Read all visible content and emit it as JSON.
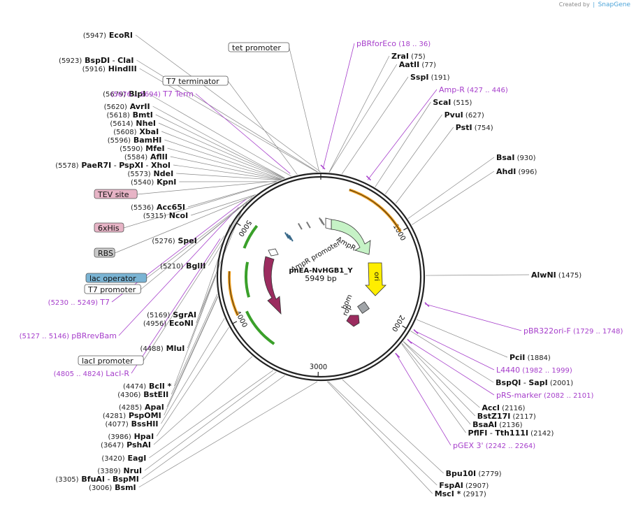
{
  "credit": {
    "prefix": "Created by",
    "brand": "SnapGene"
  },
  "plasmid": {
    "name": "pnEA-NvHGB1_Y",
    "size": "5949 bp",
    "length": 5949
  },
  "ticks": [
    {
      "pos": 1000,
      "label": "1000"
    },
    {
      "pos": 2000,
      "label": "2000"
    },
    {
      "pos": 3000,
      "label": "3000"
    },
    {
      "pos": 4000,
      "label": "4000"
    },
    {
      "pos": 5000,
      "label": "5000"
    }
  ],
  "enzymes": [
    {
      "pos": 5947,
      "num": "(5947)",
      "names": [
        "EcoRI"
      ],
      "side": "L"
    },
    {
      "pos": 5923,
      "num": "(5923)",
      "names": [
        "BspDI",
        "ClaI"
      ],
      "side": "L"
    },
    {
      "pos": 5916,
      "num": "(5916)",
      "names": [
        "HindIII"
      ],
      "side": "L"
    },
    {
      "pos": 5679,
      "num": "(5679)",
      "names": [
        "BlpI"
      ],
      "side": "L"
    },
    {
      "pos": 5620,
      "num": "(5620)",
      "names": [
        "AvrII"
      ],
      "side": "L"
    },
    {
      "pos": 5618,
      "num": "(5618)",
      "names": [
        "BmtI"
      ],
      "side": "L"
    },
    {
      "pos": 5614,
      "num": "(5614)",
      "names": [
        "NheI"
      ],
      "side": "L"
    },
    {
      "pos": 5608,
      "num": "(5608)",
      "names": [
        "XbaI"
      ],
      "side": "L"
    },
    {
      "pos": 5596,
      "num": "(5596)",
      "names": [
        "BamHI"
      ],
      "side": "L"
    },
    {
      "pos": 5590,
      "num": "(5590)",
      "names": [
        "MfeI"
      ],
      "side": "L"
    },
    {
      "pos": 5584,
      "num": "(5584)",
      "names": [
        "AflII"
      ],
      "side": "L"
    },
    {
      "pos": 5578,
      "num": "(5578)",
      "names": [
        "PaeR7I",
        "PspXI",
        "XhoI"
      ],
      "side": "L"
    },
    {
      "pos": 5573,
      "num": "(5573)",
      "names": [
        "NdeI"
      ],
      "side": "L"
    },
    {
      "pos": 5540,
      "num": "(5540)",
      "names": [
        "KpnI"
      ],
      "side": "L"
    },
    {
      "pos": 5536,
      "num": "(5536)",
      "names": [
        "Acc65I"
      ],
      "side": "L"
    },
    {
      "pos": 5315,
      "num": "(5315)",
      "names": [
        "NcoI"
      ],
      "side": "L"
    },
    {
      "pos": 5276,
      "num": "(5276)",
      "names": [
        "SpeI"
      ],
      "side": "L"
    },
    {
      "pos": 5210,
      "num": "(5210)",
      "names": [
        "BglII"
      ],
      "side": "L"
    },
    {
      "pos": 5169,
      "num": "(5169)",
      "names": [
        "SgrAI"
      ],
      "side": "L"
    },
    {
      "pos": 4956,
      "num": "(4956)",
      "names": [
        "EcoNI"
      ],
      "side": "L"
    },
    {
      "pos": 4488,
      "num": "(4488)",
      "names": [
        "MluI"
      ],
      "side": "L"
    },
    {
      "pos": 4474,
      "num": "(4474)",
      "names": [
        "BclI *"
      ],
      "side": "L"
    },
    {
      "pos": 4306,
      "num": "(4306)",
      "names": [
        "BstEII"
      ],
      "side": "L"
    },
    {
      "pos": 4285,
      "num": "(4285)",
      "names": [
        "ApaI"
      ],
      "side": "L"
    },
    {
      "pos": 4281,
      "num": "(4281)",
      "names": [
        "PspOMI"
      ],
      "side": "L"
    },
    {
      "pos": 4077,
      "num": "(4077)",
      "names": [
        "BssHII"
      ],
      "side": "L"
    },
    {
      "pos": 3986,
      "num": "(3986)",
      "names": [
        "HpaI"
      ],
      "side": "L"
    },
    {
      "pos": 3647,
      "num": "(3647)",
      "names": [
        "PshAI"
      ],
      "side": "L"
    },
    {
      "pos": 3420,
      "num": "(3420)",
      "names": [
        "EagI"
      ],
      "side": "L"
    },
    {
      "pos": 3389,
      "num": "(3389)",
      "names": [
        "NruI"
      ],
      "side": "L"
    },
    {
      "pos": 3305,
      "num": "(3305)",
      "names": [
        "BfuAI",
        "BspMI"
      ],
      "side": "L"
    },
    {
      "pos": 3006,
      "num": "(3006)",
      "names": [
        "BsmI"
      ],
      "side": "L"
    },
    {
      "pos": 75,
      "num": "(75)",
      "names": [
        "ZraI"
      ],
      "side": "R"
    },
    {
      "pos": 77,
      "num": "(77)",
      "names": [
        "AatII"
      ],
      "side": "R"
    },
    {
      "pos": 191,
      "num": "(191)",
      "names": [
        "SspI"
      ],
      "side": "R"
    },
    {
      "pos": 515,
      "num": "(515)",
      "names": [
        "ScaI"
      ],
      "side": "R"
    },
    {
      "pos": 627,
      "num": "(627)",
      "names": [
        "PvuI"
      ],
      "side": "R"
    },
    {
      "pos": 754,
      "num": "(754)",
      "names": [
        "PstI"
      ],
      "side": "R"
    },
    {
      "pos": 930,
      "num": "(930)",
      "names": [
        "BsaI"
      ],
      "side": "R"
    },
    {
      "pos": 996,
      "num": "(996)",
      "names": [
        "AhdI"
      ],
      "side": "R"
    },
    {
      "pos": 1475,
      "num": "(1475)",
      "names": [
        "AlwNI"
      ],
      "side": "R"
    },
    {
      "pos": 1884,
      "num": "(1884)",
      "names": [
        "PciI"
      ],
      "side": "R"
    },
    {
      "pos": 2001,
      "num": "(2001)",
      "names": [
        "BspQI",
        "SapI"
      ],
      "side": "R"
    },
    {
      "pos": 2116,
      "num": "(2116)",
      "names": [
        "AccI"
      ],
      "side": "R"
    },
    {
      "pos": 2117,
      "num": "(2117)",
      "names": [
        "BstZ17I"
      ],
      "side": "R"
    },
    {
      "pos": 2136,
      "num": "(2136)",
      "names": [
        "BsaAI"
      ],
      "side": "R"
    },
    {
      "pos": 2142,
      "num": "(2142)",
      "names": [
        "PflFI",
        "Tth111I"
      ],
      "side": "R"
    },
    {
      "pos": 2779,
      "num": "(2779)",
      "names": [
        "Bpu10I"
      ],
      "side": "R"
    },
    {
      "pos": 2907,
      "num": "(2907)",
      "names": [
        "FspAI"
      ],
      "side": "R"
    },
    {
      "pos": 2917,
      "num": "(2917)",
      "names": [
        "MscI *"
      ],
      "side": "R"
    }
  ],
  "primers": [
    {
      "name": "pBRforEco",
      "range": "(18 .. 36)",
      "start": 18,
      "side": "R"
    },
    {
      "name": "Amp-R",
      "range": "(427 .. 446)",
      "start": 427,
      "side": "R"
    },
    {
      "name": "pBR322ori-F",
      "range": "(1729 .. 1748)",
      "start": 1729,
      "side": "R"
    },
    {
      "name": "L4440",
      "range": "(1982 .. 1999)",
      "start": 1982,
      "side": "R"
    },
    {
      "name": "pRS-marker",
      "range": "(2082 .. 2101)",
      "start": 2082,
      "side": "R"
    },
    {
      "name": "pGEX 3'",
      "range": "(2242 .. 2264)",
      "start": 2242,
      "side": "R"
    },
    {
      "name": "T7 Term",
      "range": "(5676 .. 5694)",
      "start": 5676,
      "side": "L"
    },
    {
      "name": "T7",
      "range": "(5230 .. 5249)",
      "start": 5230,
      "side": "L"
    },
    {
      "name": "pBRrevBam",
      "range": "(5127 .. 5146)",
      "start": 5127,
      "side": "L"
    },
    {
      "name": "LacI-R",
      "range": "(4805 .. 4824)",
      "start": 4805,
      "side": "L"
    }
  ],
  "features": [
    {
      "name": "tet promoter",
      "pos": 5935,
      "color": "#ffffff"
    },
    {
      "name": "T7 terminator",
      "pos": 5735,
      "color": "#ffffff"
    },
    {
      "name": "TEV site",
      "pos": 5557,
      "color": "#e7b4c6"
    },
    {
      "name": "6xHis",
      "pos": 5525,
      "color": "#e7b4c6"
    },
    {
      "name": "RBS",
      "pos": 5300,
      "color": "#c8c8c8"
    },
    {
      "name": "lac operator",
      "pos": 5255,
      "color": "#7ab4d4"
    },
    {
      "name": "T7 promoter",
      "pos": 5240,
      "color": "#ffffff"
    },
    {
      "name": "lacI promoter",
      "pos": 4845,
      "color": "#ffffff"
    }
  ],
  "inner_features": [
    {
      "name": "AmpR",
      "color": "#c6f2c6"
    },
    {
      "name": "AmpR promoter",
      "color": "#ffffff"
    },
    {
      "name": "ori",
      "color": "#ffee00"
    },
    {
      "name": "bom",
      "color": "#a0a4a8"
    },
    {
      "name": "rop",
      "color": "#9b2c5f"
    },
    {
      "name": "lacI",
      "color": "#9b2c5f"
    }
  ],
  "colors": {
    "primer": "#a63ecb",
    "backbone": "#222222",
    "orange": "#f0a020",
    "green": "#3aa02a"
  }
}
